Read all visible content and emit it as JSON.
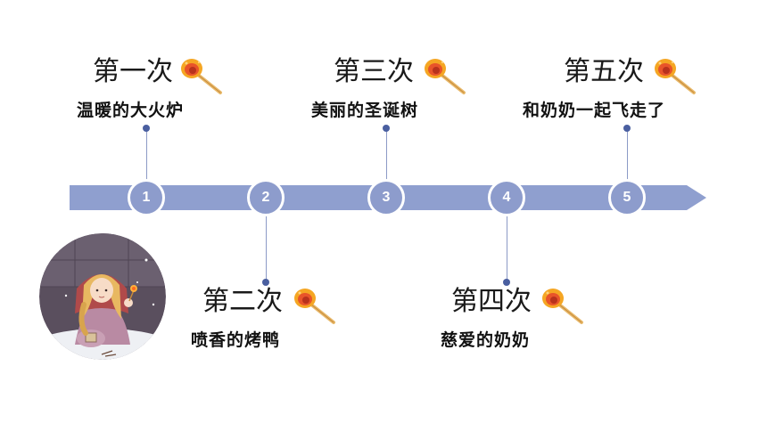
{
  "events": [
    {
      "number": "1",
      "title": "第一次",
      "subtitle": "温暖的大火炉"
    },
    {
      "number": "2",
      "title": "第二次",
      "subtitle": "喷香的烤鸭"
    },
    {
      "number": "3",
      "title": "第三次",
      "subtitle": "美丽的圣诞树"
    },
    {
      "number": "4",
      "title": "第四次",
      "subtitle": "慈爱的奶奶"
    },
    {
      "number": "5",
      "title": "第五次",
      "subtitle": "和奶奶一起飞走了"
    }
  ],
  "icons": {
    "match": "burning-match-icon",
    "illustration": "little-match-girl-illustration"
  },
  "colors": {
    "bar": "#8f9fcf",
    "node": "#8d9ccc",
    "dot": "#4a5fa0"
  }
}
